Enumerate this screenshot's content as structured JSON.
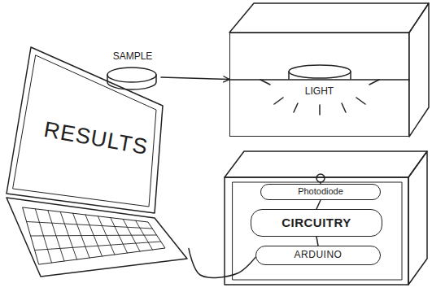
{
  "diagram": {
    "nodes": [
      {
        "text": [
          "SAMPLE"
        ]
      },
      {
        "text": [
          "LIGHT"
        ]
      },
      {
        "text": [
          "RESULTS"
        ]
      },
      {
        "text": [
          "Photodiode"
        ]
      },
      {
        "text": [
          "CIRCUITRY"
        ]
      },
      {
        "text": [
          "ARDUINO"
        ]
      }
    ],
    "edges": [
      {
        "from": 0,
        "to": 1,
        "arrow": "to"
      },
      {
        "from": 2,
        "to": 5,
        "arrow": "none"
      },
      {
        "from": 3,
        "to": 4,
        "arrow": "none"
      },
      {
        "from": 4,
        "to": 5,
        "arrow": "none"
      }
    ]
  }
}
